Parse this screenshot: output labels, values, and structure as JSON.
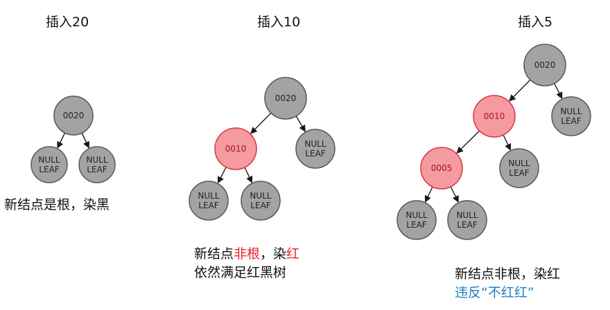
{
  "colors": {
    "black_fill": "#a3a3a3",
    "black_stroke": "#565656",
    "red_fill": "#f49aa0",
    "red_stroke": "#d8363f",
    "highlight_red": "#e8232a",
    "highlight_blue": "#1f7fc0"
  },
  "panels": [
    {
      "title": "插入20",
      "nodes": [
        {
          "id": "p1n20",
          "label": "0020",
          "color": "black"
        },
        {
          "id": "p1l1",
          "label": [
            "NULL",
            "LEAF"
          ],
          "color": "black"
        },
        {
          "id": "p1l2",
          "label": [
            "NULL",
            "LEAF"
          ],
          "color": "black"
        }
      ],
      "edges": [
        [
          "p1n20",
          "p1l1"
        ],
        [
          "p1n20",
          "p1l2"
        ]
      ],
      "note": {
        "lines": [
          [
            {
              "text": "新结点是根，染黑"
            }
          ]
        ]
      }
    },
    {
      "title": "插入10",
      "nodes": [
        {
          "id": "p2n20",
          "label": "0020",
          "color": "black"
        },
        {
          "id": "p2n10",
          "label": "0010",
          "color": "red"
        },
        {
          "id": "p2l1",
          "label": [
            "NULL",
            "LEAF"
          ],
          "color": "black"
        },
        {
          "id": "p2l2",
          "label": [
            "NULL",
            "LEAF"
          ],
          "color": "black"
        },
        {
          "id": "p2l3",
          "label": [
            "NULL",
            "LEAF"
          ],
          "color": "black"
        }
      ],
      "edges": [
        [
          "p2n20",
          "p2n10"
        ],
        [
          "p2n20",
          "p2l3"
        ],
        [
          "p2n10",
          "p2l1"
        ],
        [
          "p2n10",
          "p2l2"
        ]
      ],
      "note": {
        "lines": [
          [
            {
              "text": "新结点"
            },
            {
              "text": "非根",
              "color": "red"
            },
            {
              "text": "，染"
            },
            {
              "text": "红",
              "color": "red"
            }
          ],
          [
            {
              "text": "依然满足红黑树"
            }
          ]
        ]
      }
    },
    {
      "title": "插入5",
      "nodes": [
        {
          "id": "p3n20",
          "label": "0020",
          "color": "black"
        },
        {
          "id": "p3n10",
          "label": "0010",
          "color": "red"
        },
        {
          "id": "p3n5",
          "label": "0005",
          "color": "red"
        },
        {
          "id": "p3l1",
          "label": [
            "NULL",
            "LEAF"
          ],
          "color": "black"
        },
        {
          "id": "p3l2",
          "label": [
            "NULL",
            "LEAF"
          ],
          "color": "black"
        },
        {
          "id": "p3l3",
          "label": [
            "NULL",
            "LEAF"
          ],
          "color": "black"
        },
        {
          "id": "p3l4",
          "label": [
            "NULL",
            "LEAF"
          ],
          "color": "black"
        }
      ],
      "edges": [
        [
          "p3n20",
          "p3n10"
        ],
        [
          "p3n20",
          "p3l4"
        ],
        [
          "p3n10",
          "p3n5"
        ],
        [
          "p3n10",
          "p3l3"
        ],
        [
          "p3n5",
          "p3l1"
        ],
        [
          "p3n5",
          "p3l2"
        ]
      ],
      "note": {
        "lines": [
          [
            {
              "text": "新结点非根，染红"
            }
          ],
          [
            {
              "text": "违反“不红红”",
              "color": "blue"
            }
          ]
        ]
      }
    }
  ]
}
